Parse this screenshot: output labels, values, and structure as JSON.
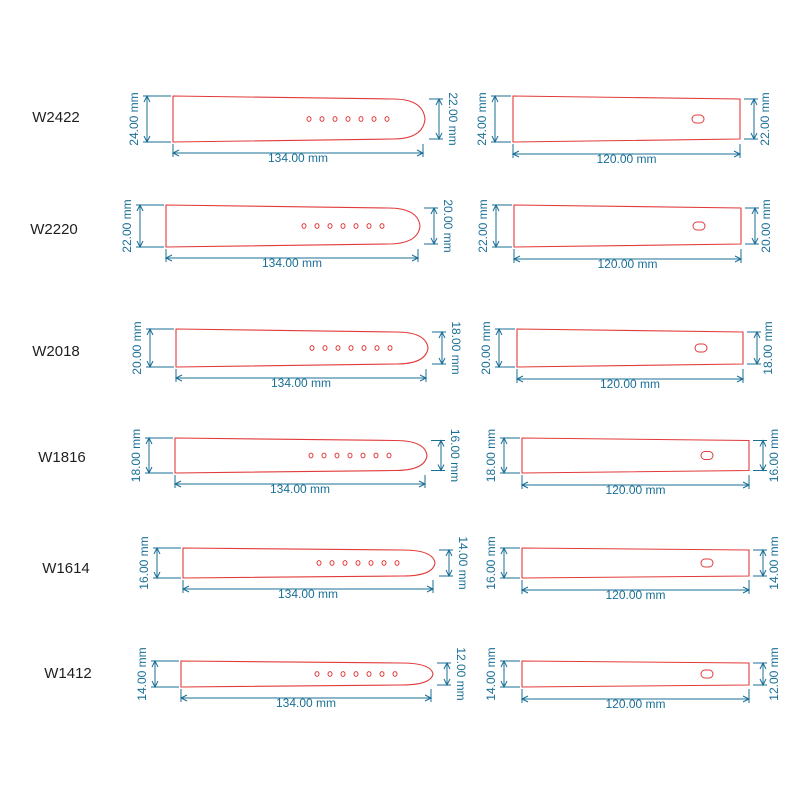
{
  "colors": {
    "outline": "#e23a3a",
    "dimension": "#1a6f96",
    "text": "#1f1f1f"
  },
  "rows": [
    {
      "code": "W2422",
      "long_strap": {
        "length": "134.00 mm",
        "width_start": "24.00 mm",
        "width_end": "22.00 mm",
        "holes": 7
      },
      "short_strap": {
        "length": "120.00 mm",
        "width_start": "24.00 mm",
        "width_end": "22.00 mm",
        "slots": 1
      }
    },
    {
      "code": "W2220",
      "long_strap": {
        "length": "134.00 mm",
        "width_start": "22.00 mm",
        "width_end": "20.00 mm",
        "holes": 7
      },
      "short_strap": {
        "length": "120.00 mm",
        "width_start": "22.00 mm",
        "width_end": "20.00 mm",
        "slots": 1
      }
    },
    {
      "code": "W2018",
      "long_strap": {
        "length": "134.00 mm",
        "width_start": "20.00 mm",
        "width_end": "18.00 mm",
        "holes": 7
      },
      "short_strap": {
        "length": "120.00 mm",
        "width_start": "20.00 mm",
        "width_end": "18.00 mm",
        "slots": 1
      }
    },
    {
      "code": "W1816",
      "long_strap": {
        "length": "134.00 mm",
        "width_start": "18.00 mm",
        "width_end": "16.00 mm",
        "holes": 7
      },
      "short_strap": {
        "length": "120.00 mm",
        "width_start": "18.00 mm",
        "width_end": "16.00 mm",
        "slots": 1
      }
    },
    {
      "code": "W1614",
      "long_strap": {
        "length": "134.00 mm",
        "width_start": "16.00 mm",
        "width_end": "14.00 mm",
        "holes": 7
      },
      "short_strap": {
        "length": "120.00 mm",
        "width_start": "16.00 mm",
        "width_end": "14.00 mm",
        "slots": 1
      }
    },
    {
      "code": "W1412",
      "long_strap": {
        "length": "134.00 mm",
        "width_start": "14.00 mm",
        "width_end": "12.00 mm",
        "holes": 7
      },
      "short_strap": {
        "length": "120.00 mm",
        "width_start": "14.00 mm",
        "width_end": "12.00 mm",
        "slots": 1
      }
    }
  ]
}
